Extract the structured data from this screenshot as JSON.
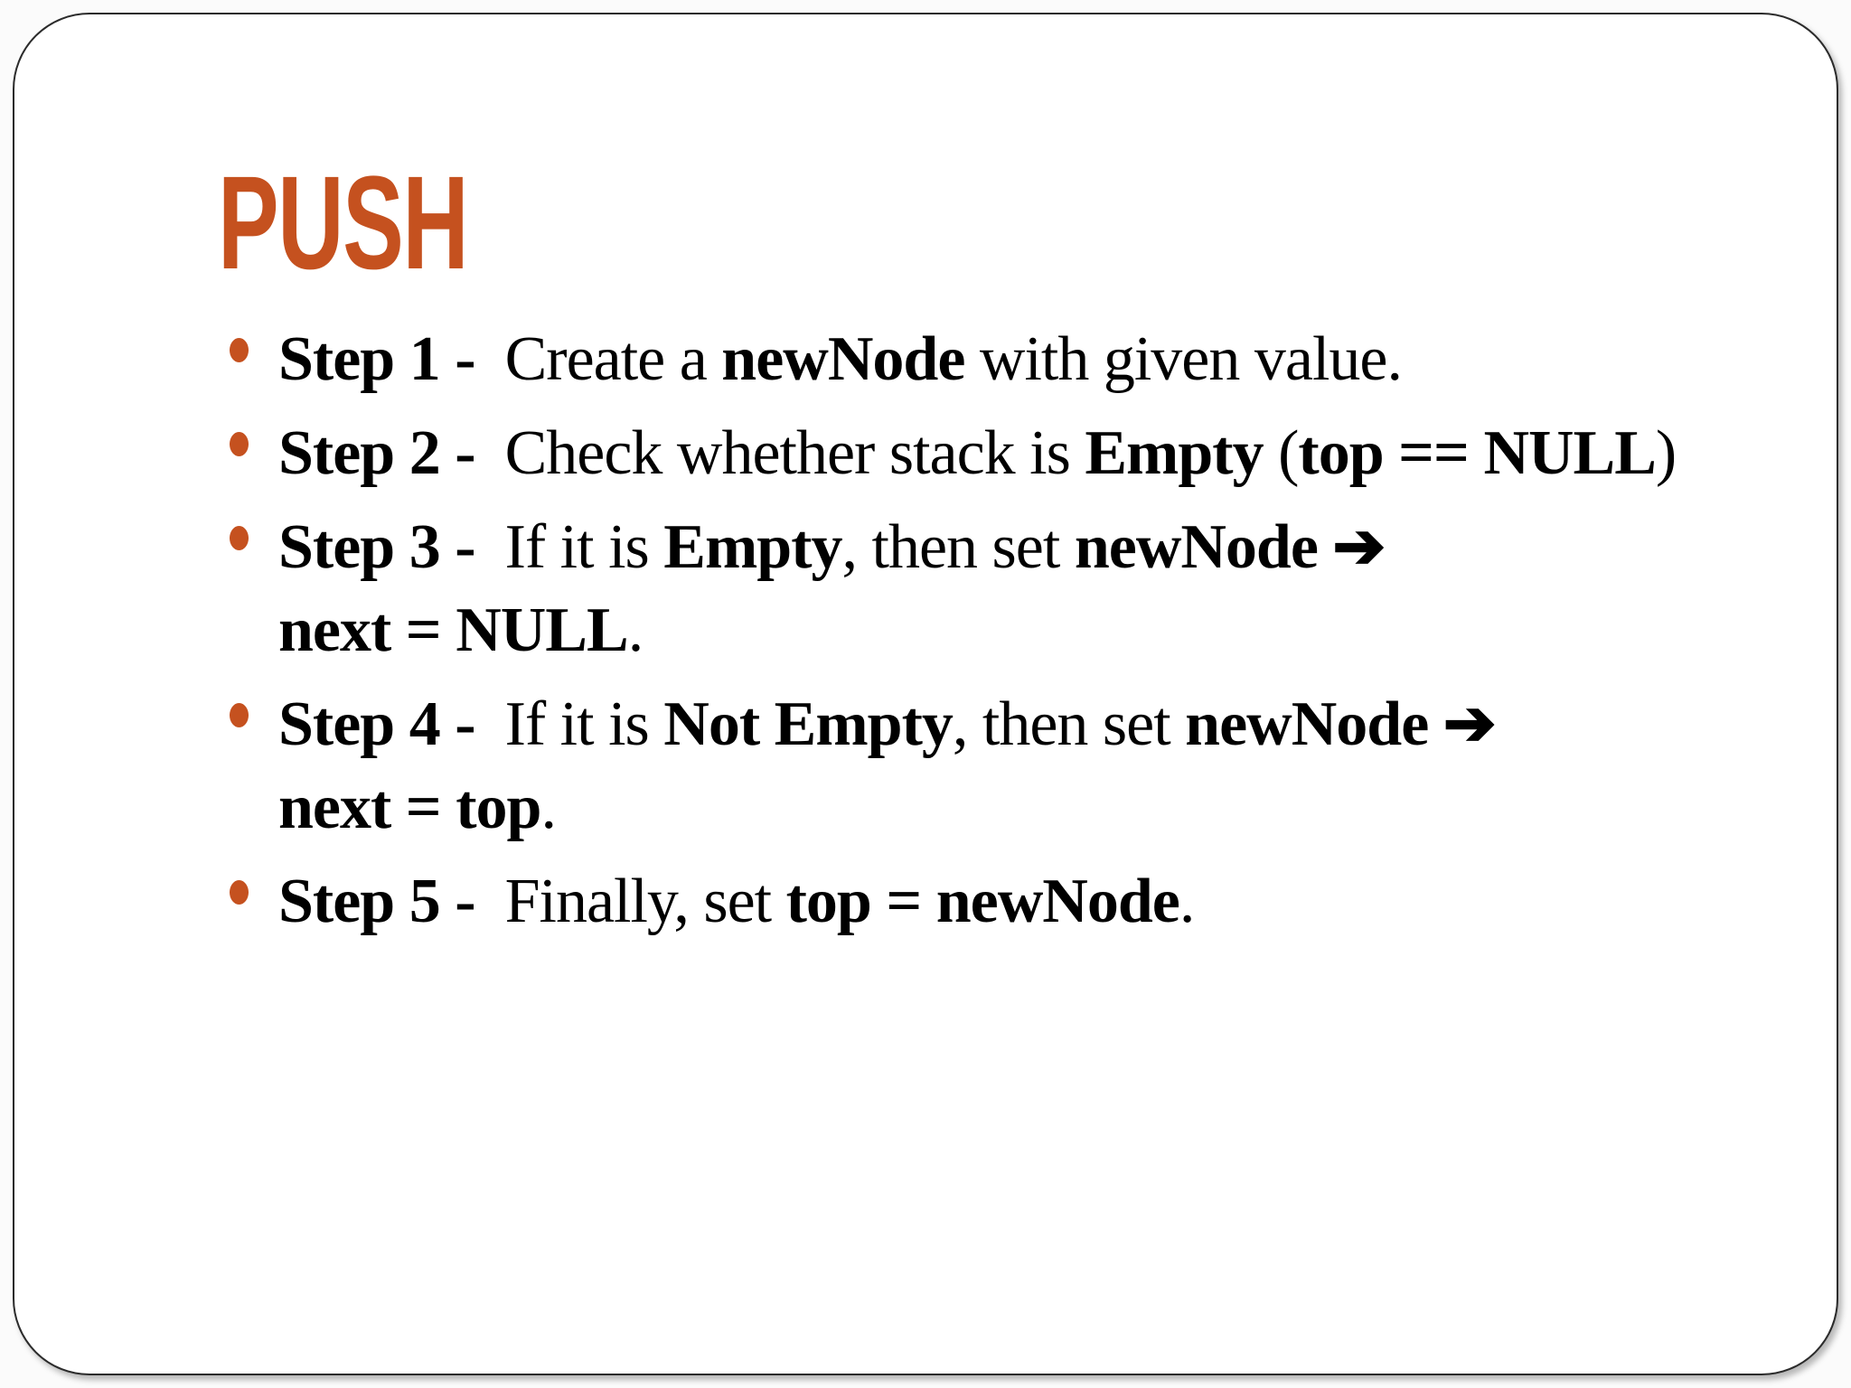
{
  "slide": {
    "title": "PUSH",
    "colors": {
      "accent": "#C5511F",
      "text": "#000000",
      "background": "#FFFFFF",
      "border": "#2B2B2B"
    },
    "bullets": [
      {
        "lines": [
          [
            {
              "t": "Step 1 -",
              "b": 1
            },
            {
              "t": "  Create a ",
              "b": 0
            },
            {
              "t": "newNode",
              "b": 1
            },
            {
              "t": " with given value.",
              "b": 0
            }
          ]
        ]
      },
      {
        "lines": [
          [
            {
              "t": "Step 2 -",
              "b": 1
            },
            {
              "t": "  Check whether stack is ",
              "b": 0
            },
            {
              "t": "Empty",
              "b": 1
            },
            {
              "t": " (",
              "b": 0
            },
            {
              "t": "top == NULL",
              "b": 1
            },
            {
              "t": ")",
              "b": 0
            }
          ]
        ]
      },
      {
        "lines": [
          [
            {
              "t": "Step 3 -",
              "b": 1
            },
            {
              "t": "  If it is ",
              "b": 0
            },
            {
              "t": "Empty",
              "b": 1
            },
            {
              "t": ", then set ",
              "b": 0
            },
            {
              "t": "newNode ➔",
              "b": 1
            }
          ],
          [
            {
              "t": "next = NULL",
              "b": 1
            },
            {
              "t": ".",
              "b": 0
            }
          ]
        ]
      },
      {
        "lines": [
          [
            {
              "t": "Step 4 -",
              "b": 1
            },
            {
              "t": "  If it is ",
              "b": 0
            },
            {
              "t": "Not Empty",
              "b": 1
            },
            {
              "t": ", then set ",
              "b": 0
            },
            {
              "t": "newNode ➔",
              "b": 1
            }
          ],
          [
            {
              "t": "next = top",
              "b": 1
            },
            {
              "t": ".",
              "b": 0
            }
          ]
        ]
      },
      {
        "lines": [
          [
            {
              "t": "Step 5 -",
              "b": 1
            },
            {
              "t": "  Finally, set ",
              "b": 0
            },
            {
              "t": "top = newNode",
              "b": 1
            },
            {
              "t": ".",
              "b": 0
            }
          ]
        ]
      }
    ]
  }
}
